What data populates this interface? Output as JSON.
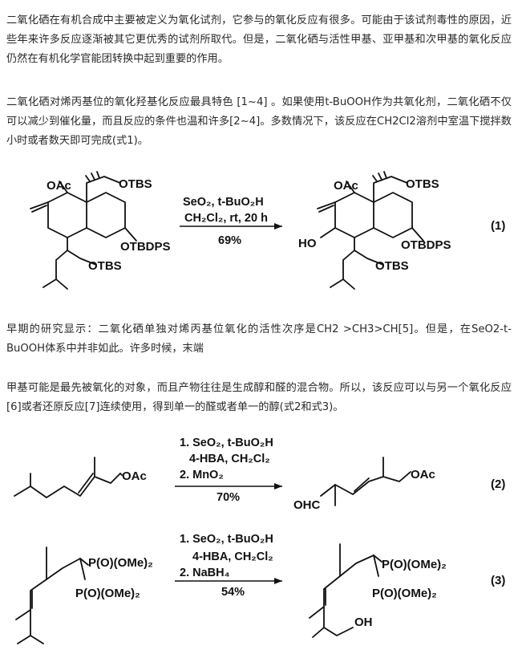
{
  "paragraphs": {
    "p1": "二氧化硒在有机合成中主要被定义为氧化试剂，它参与的氧化反应有很多。可能由于该试剂毒性的原因，近些年来许多反应逐渐被其它更优秀的试剂所取代。但是，二氧化硒与活性甲基、亚甲基和次甲基的氧化反应仍然在有机化学官能团转换中起到重要的作用。",
    "p2": "二氧化硒对烯丙基位的氧化羟基化反应最具特色 [1~4] 。如果使用t-BuOOH作为共氧化剂，二氧化硒不仅可以减少到催化量，而且反应的条件也温和许多[2~4]。多数情况下，该反应在CH2Cl2溶剂中室温下搅拌数小时或者数天即可完成(式1)。",
    "p3": "早期的研究显示：二氧化硒单独对烯丙基位氧化的活性次序是CH2 >CH3>CH[5]。但是，在SeO2-t-BuOOH体系中并非如此。许多时候，末端",
    "p4": "甲基可能是最先被氧化的对象，而且产物往往是生成醇和醛的混合物。所以，该反应可以与另一个氧化反应[6]或者还原反应[7]连续使用，得到单一的醛或者单一的醇(式2和式3)。"
  },
  "scheme1": {
    "reactant": {
      "oac": "OAc",
      "otbs_top": "OTBS",
      "otbdps": "OTBDPS",
      "otbs_bottom": "OTBS"
    },
    "reagent_line1": "SeO₂, t-BuO₂H",
    "conditions_line2": "CH₂Cl₂, rt, 20 h",
    "yield": "69%",
    "product": {
      "oac": "OAc",
      "otbs_top": "OTBS",
      "ho": "HO",
      "otbdps": "OTBDPS",
      "otbs_bottom": "OTBS"
    },
    "number": "(1)"
  },
  "scheme2": {
    "reactant_group": "OAc",
    "step1": "1. SeO₂, t-BuO₂H",
    "step1b": "4-HBA, CH₂Cl₂",
    "step2": "2. MnO₂",
    "yield": "70%",
    "product_left": "OHC",
    "product_right": "OAc",
    "number": "(2)"
  },
  "scheme3": {
    "group1": "P(O)(OMe)₂",
    "group2": "P(O)(OMe)₂",
    "step1": "1. SeO₂, t-BuO₂H",
    "step1b": "4-HBA, CH₂Cl₂",
    "step2": "2. NaBH₄",
    "yield": "54%",
    "product_group1": "P(O)(OMe)₂",
    "product_group2": "P(O)(OMe)₂",
    "product_oh": "OH",
    "number": "(3)"
  }
}
